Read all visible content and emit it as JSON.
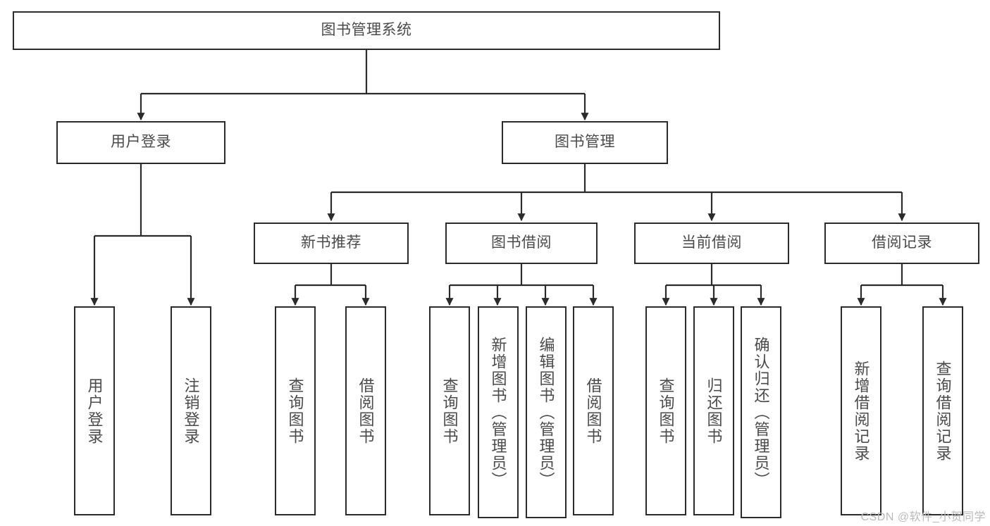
{
  "title": "图书管理系统",
  "watermark": "CSDN @软件_小贺同学",
  "colors": {
    "background": "#ffffff",
    "box_border": "#2b2b2b",
    "box_fill": "#ffffff",
    "text": "#4a4a4a",
    "connector": "#2b2b2b",
    "watermark": "#b9b9b9"
  },
  "diagram": {
    "type": "tree",
    "root": {
      "id": "root",
      "label": "图书管理系统"
    },
    "level2": [
      {
        "id": "user-login",
        "label": "用户登录"
      },
      {
        "id": "book-manage",
        "label": "图书管理"
      }
    ],
    "level3": [
      {
        "id": "new-book-recommend",
        "label": "新书推荐",
        "parent": "book-manage"
      },
      {
        "id": "book-borrow",
        "label": "图书借阅",
        "parent": "book-manage"
      },
      {
        "id": "current-borrow",
        "label": "当前借阅",
        "parent": "book-manage"
      },
      {
        "id": "borrow-record",
        "label": "借阅记录",
        "parent": "book-manage"
      }
    ],
    "leaves": [
      {
        "id": "leaf-user-login",
        "label": "用户登录",
        "parent": "user-login"
      },
      {
        "id": "leaf-user-logout",
        "label": "注销登录",
        "parent": "user-login"
      },
      {
        "id": "leaf-query-book-1",
        "label": "查询图书",
        "parent": "new-book-recommend"
      },
      {
        "id": "leaf-borrow-book-1",
        "label": "借阅图书",
        "parent": "new-book-recommend"
      },
      {
        "id": "leaf-query-book-2",
        "label": "查询图书",
        "parent": "book-borrow"
      },
      {
        "id": "leaf-add-book",
        "label": "新增图书（管理员）",
        "parent": "book-borrow"
      },
      {
        "id": "leaf-edit-book",
        "label": "编辑图书（管理员）",
        "parent": "book-borrow"
      },
      {
        "id": "leaf-borrow-book-2",
        "label": "借阅图书",
        "parent": "book-borrow"
      },
      {
        "id": "leaf-query-book-3",
        "label": "查询图书",
        "parent": "current-borrow"
      },
      {
        "id": "leaf-return-book",
        "label": "归还图书",
        "parent": "current-borrow"
      },
      {
        "id": "leaf-confirm-return",
        "label": "确认归还（管理员）",
        "parent": "current-borrow"
      },
      {
        "id": "leaf-add-record",
        "label": "新增借阅记录",
        "parent": "borrow-record"
      },
      {
        "id": "leaf-query-record",
        "label": "查询借阅记录",
        "parent": "borrow-record"
      }
    ]
  }
}
